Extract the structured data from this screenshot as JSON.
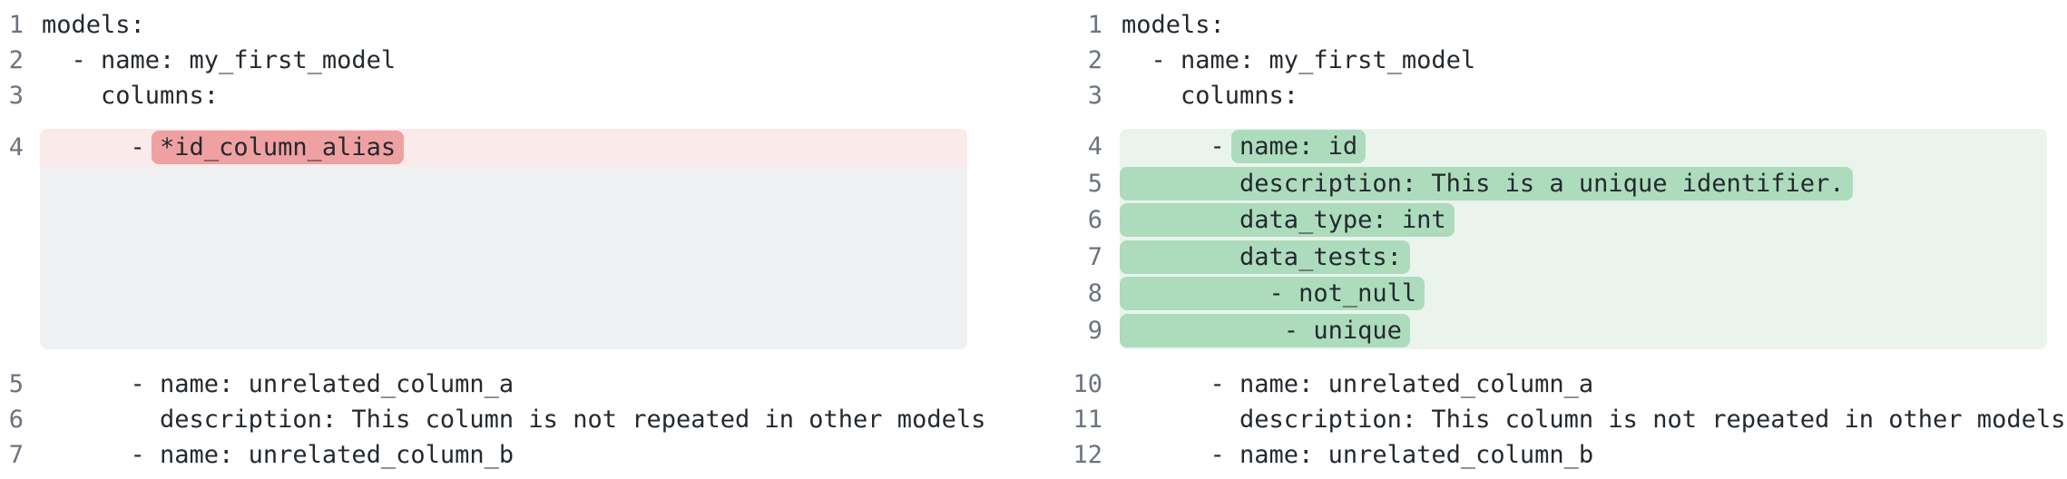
{
  "view": {
    "name": "yaml-schema-diff",
    "kind": "side-by-side-diff"
  },
  "colors": {
    "removed_row_bg": "#fbeaea",
    "removed_token_bg": "#efa1a1",
    "added_row_bg": "#eaf4ed",
    "added_token_bg": "#addcbd",
    "filler_bg": "#eef0f1",
    "line_number": "#6b7280",
    "code_text": "#24292f",
    "page_bg": "#ffffff"
  },
  "left_panel": {
    "top_lines": [
      {
        "num": "1",
        "segments": [
          {
            "text": "models:"
          }
        ]
      },
      {
        "num": "2",
        "segments": [
          {
            "text": "  - name: my_first_model"
          }
        ]
      },
      {
        "num": "3",
        "segments": [
          {
            "text": "    columns:"
          }
        ]
      }
    ],
    "removed_lines": [
      {
        "num": "4",
        "segments": [
          {
            "text": "      - "
          },
          {
            "text": "*id_column_alias",
            "hl": true
          }
        ]
      }
    ],
    "has_collapsed_filler": true,
    "bottom_lines": [
      {
        "num": "5",
        "segments": [
          {
            "text": "      - name: unrelated_column_a"
          }
        ]
      },
      {
        "num": "6",
        "segments": [
          {
            "text": "        description: This column is not repeated in other models"
          }
        ]
      },
      {
        "num": "7",
        "segments": [
          {
            "text": "      - name: unrelated_column_b"
          }
        ]
      }
    ]
  },
  "right_panel": {
    "top_lines": [
      {
        "num": "1",
        "segments": [
          {
            "text": "models:"
          }
        ]
      },
      {
        "num": "2",
        "segments": [
          {
            "text": "  - name: my_first_model"
          }
        ]
      },
      {
        "num": "3",
        "segments": [
          {
            "text": "    columns:"
          }
        ]
      }
    ],
    "added_lines": [
      {
        "num": "4",
        "segments": [
          {
            "text": "      - "
          },
          {
            "text": "name: id",
            "hl": true
          }
        ]
      },
      {
        "num": "5",
        "segments": [
          {
            "text": "        description: This is a unique identifier.",
            "hl": true
          }
        ]
      },
      {
        "num": "6",
        "segments": [
          {
            "text": "        data_type: int",
            "hl": true
          }
        ]
      },
      {
        "num": "7",
        "segments": [
          {
            "text": "        data_tests:",
            "hl": true
          }
        ]
      },
      {
        "num": "8",
        "segments": [
          {
            "text": "          - not_null",
            "hl": true
          }
        ]
      },
      {
        "num": "9",
        "segments": [
          {
            "text": "           - unique",
            "hl": true
          }
        ]
      }
    ],
    "bottom_lines": [
      {
        "num": "10",
        "segments": [
          {
            "text": "      - name: unrelated_column_a"
          }
        ]
      },
      {
        "num": "11",
        "segments": [
          {
            "text": "        description: This column is not repeated in other models"
          }
        ]
      },
      {
        "num": "12",
        "segments": [
          {
            "text": "      - name: unrelated_column_b"
          }
        ]
      }
    ]
  }
}
